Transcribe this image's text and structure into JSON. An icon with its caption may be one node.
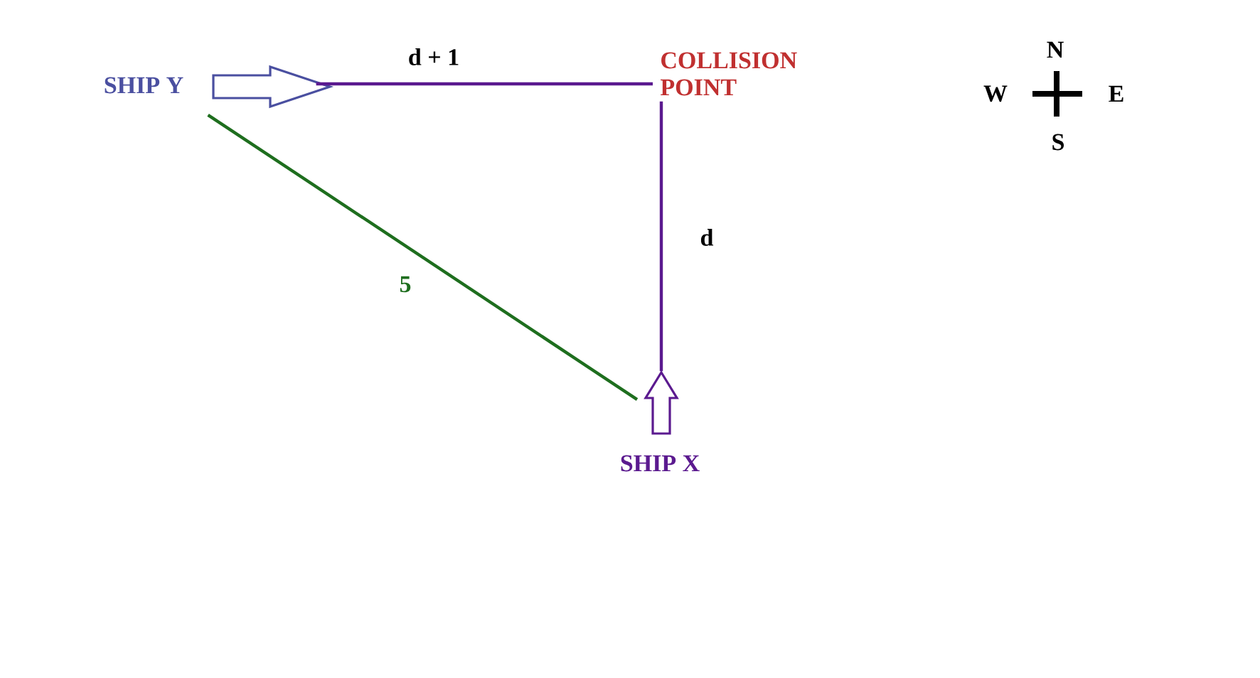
{
  "diagram": {
    "nodes": [
      {
        "text": [
          "SHIP Y"
        ]
      },
      {
        "text": [
          "COLLISION POINT"
        ]
      },
      {
        "text": [
          "SHIP X"
        ]
      }
    ],
    "edges": [
      {
        "from": 0,
        "to": 1,
        "arrow": "none",
        "label": "d + 1"
      },
      {
        "from": 1,
        "to": 2,
        "arrow": "none",
        "label": "d"
      },
      {
        "from": 0,
        "to": 2,
        "arrow": "none",
        "label": "5",
        "color": "#1e6e1e"
      }
    ],
    "labels": [
      "N",
      "W",
      "E",
      "S"
    ]
  }
}
